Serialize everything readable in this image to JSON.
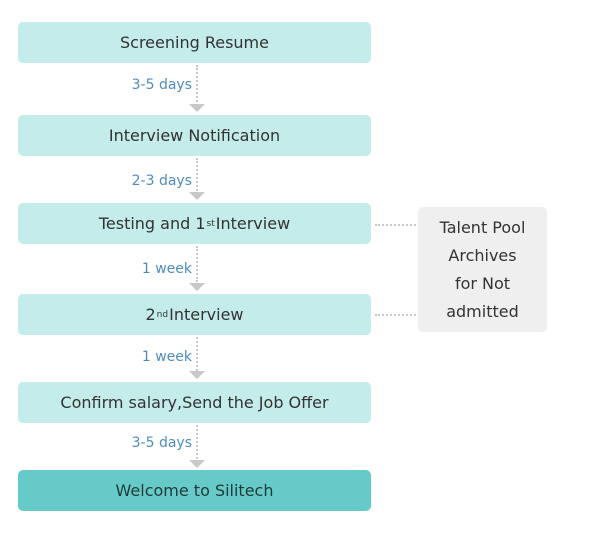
{
  "steps": [
    {
      "label": "Screening Resume"
    },
    {
      "label": "Interview Notification"
    },
    {
      "label_before": "Testing and 1",
      "label_sup": "st",
      "label_after": " Interview"
    },
    {
      "label_before": "2",
      "label_sup": "nd",
      "label_after": " Interview"
    },
    {
      "label": "Confirm salary,Send the Job Offer"
    },
    {
      "label": "Welcome to Silitech"
    }
  ],
  "durations": [
    "3-5 days",
    "2-3 days",
    "1 week",
    "1 week",
    "3-5 days"
  ],
  "talent_pool": {
    "lines": [
      "Talent Pool",
      "Archives",
      "for Not admitted"
    ]
  },
  "colors": {
    "step_fill": "#c3ecea",
    "final_step_fill": "#66cbc8",
    "pool_fill": "#efefef",
    "duration_text": "#4f8dbb",
    "connector": "#c8c8c8"
  }
}
